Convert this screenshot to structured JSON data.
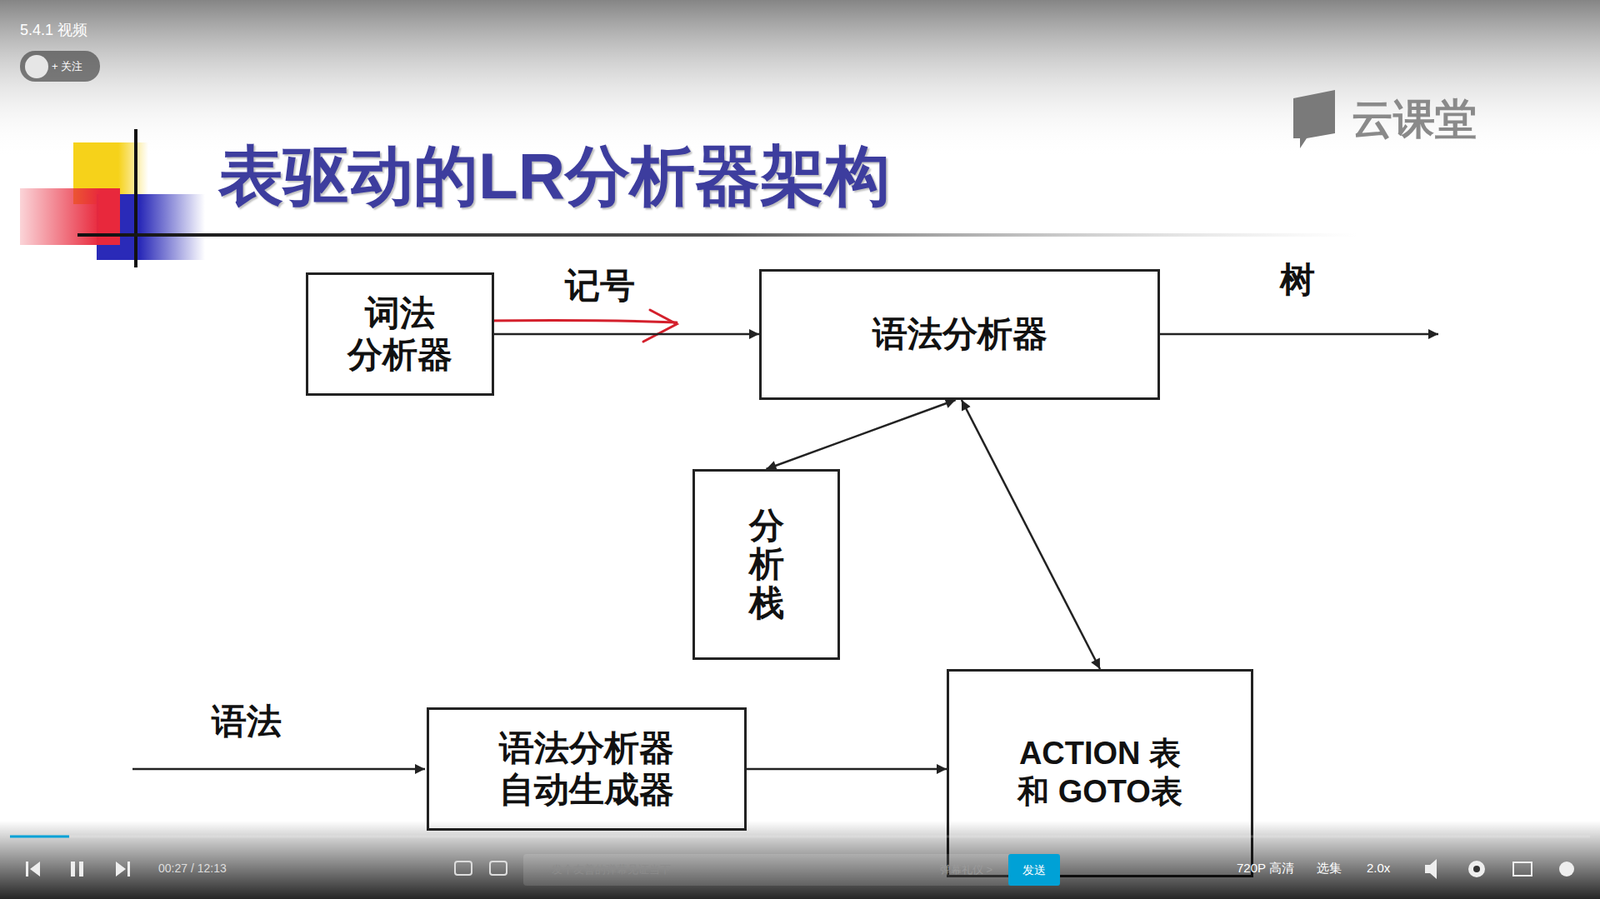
{
  "diagram": {
    "title": "表驱动的LR分析器架构",
    "nodes": [
      {
        "text": [
          "词法 分析器"
        ]
      },
      {
        "text": [
          "语法分析器"
        ]
      },
      {
        "text": [
          "分析栈"
        ]
      },
      {
        "text": [
          "语法分析器 自动生成器"
        ]
      },
      {
        "text": [
          "ACTION 表 和 GOTO表"
        ]
      }
    ],
    "edges": [
      {
        "from": 0,
        "to": 1,
        "label": "记号",
        "arrow": "to"
      },
      {
        "from": 1,
        "to": 2,
        "arrow": "both"
      },
      {
        "from": 1,
        "to": 4,
        "arrow": "both"
      },
      {
        "from": 3,
        "to": 4,
        "arrow": "to"
      }
    ],
    "labels": [
      "5.4.1 视频",
      "+ 关注",
      "云课堂",
      "树",
      "语法",
      "00:27 / 12:13",
      "发个友善的弹幕见证当下",
      "弹幕礼仪 >",
      "发送",
      "720P 高清",
      "选集",
      "2.0x"
    ]
  }
}
